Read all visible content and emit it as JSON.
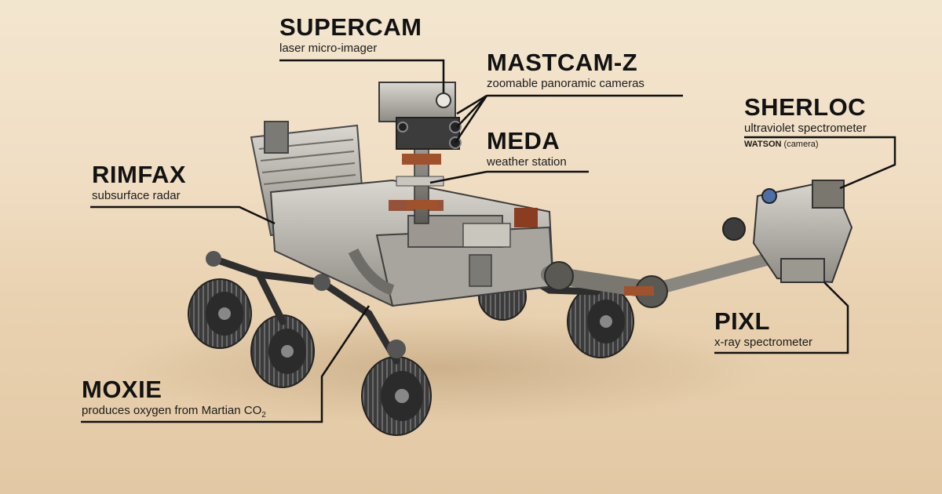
{
  "labels": {
    "supercam": {
      "title": "SUPERCAM",
      "subtitle": "laser micro-imager"
    },
    "mastcam": {
      "title": "MASTCAM-Z",
      "subtitle": "zoomable panoramic cameras"
    },
    "meda": {
      "title": "MEDA",
      "subtitle": "weather station"
    },
    "rimfax": {
      "title": "RIMFAX",
      "subtitle": "subsurface radar"
    },
    "sherloc": {
      "title": "SHERLOC",
      "subtitle": "ultraviolet spectrometer",
      "extra_bold": "WATSON",
      "extra_rest": " (camera)"
    },
    "pixl": {
      "title": "PIXL",
      "subtitle": "x-ray spectrometer"
    },
    "moxie": {
      "title": "MOXIE",
      "subtitle": "produces oxygen from Martian CO",
      "subtitle_sub": "2"
    }
  },
  "colors": {
    "leader_line": "#111111",
    "background": "#efdcbf",
    "rover_body": "#b9b6ae",
    "wheel": "#3a3a3a",
    "accent_copper": "#a0522d"
  },
  "icons": [
    "rover-illustration"
  ]
}
